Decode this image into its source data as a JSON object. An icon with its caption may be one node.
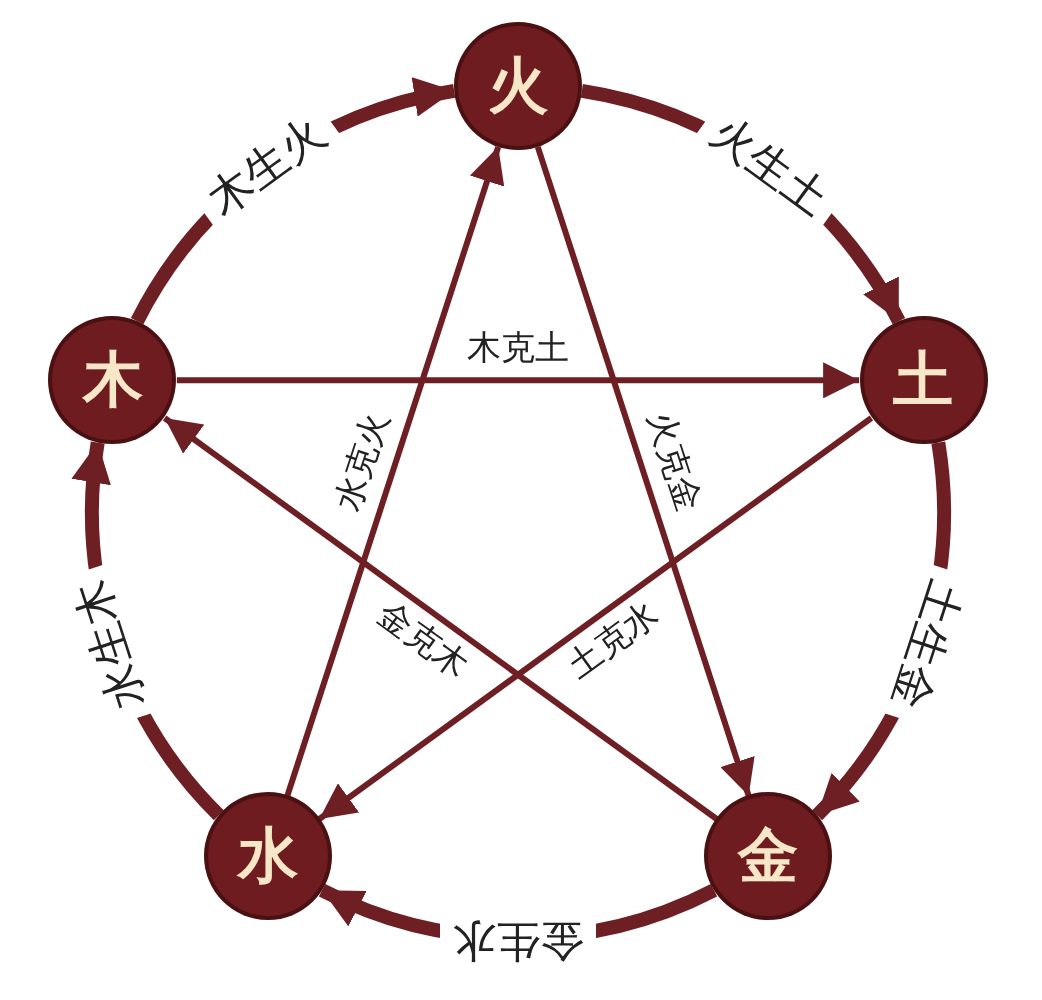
{
  "diagram": {
    "nodes": [
      {
        "text": [
          "火"
        ]
      },
      {
        "text": [
          "土"
        ]
      },
      {
        "text": [
          "金"
        ]
      },
      {
        "text": [
          "水"
        ]
      },
      {
        "text": [
          "木"
        ]
      }
    ],
    "edges": [
      {
        "from": 4,
        "to": 0,
        "arrow": "to",
        "label": "木生火",
        "style": "thick"
      },
      {
        "from": 0,
        "to": 1,
        "arrow": "to",
        "label": "火生土",
        "style": "thick"
      },
      {
        "from": 1,
        "to": 2,
        "arrow": "to",
        "label": "土生金",
        "style": "thick"
      },
      {
        "from": 2,
        "to": 3,
        "arrow": "to",
        "label": "金生水",
        "style": "thick"
      },
      {
        "from": 3,
        "to": 4,
        "arrow": "to",
        "label": "水生木",
        "style": "thick"
      },
      {
        "from": 4,
        "to": 1,
        "arrow": "to",
        "label": "木克土"
      },
      {
        "from": 0,
        "to": 2,
        "arrow": "to",
        "label": "火克金"
      },
      {
        "from": 1,
        "to": 3,
        "arrow": "to",
        "label": "土克水"
      },
      {
        "from": 2,
        "to": 4,
        "arrow": "to",
        "label": "金克木"
      },
      {
        "from": 3,
        "to": 0,
        "arrow": "to",
        "label": "水克火"
      }
    ]
  }
}
